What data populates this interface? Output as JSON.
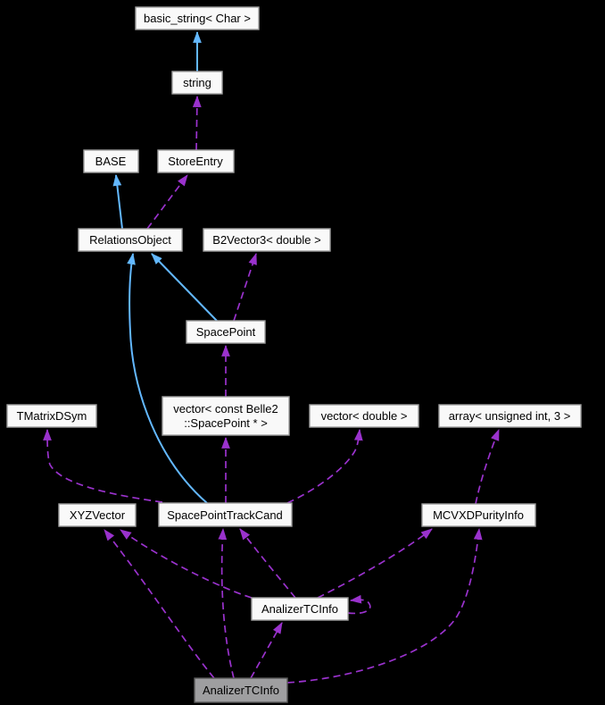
{
  "diagram": {
    "title": "AnalizerTCInfo collaboration graph",
    "colors": {
      "background": "#000000",
      "node_fill": "#f9f9f9",
      "node_border": "#9f9f9f",
      "highlight_fill": "#9e9ea0",
      "highlight_border": "#5a5a5a",
      "text": "#000000",
      "inheritance_edge": "#63B8FF",
      "usage_edge": "#9A32CD"
    },
    "nodes": {
      "basic_string": {
        "label": "basic_string< Char >"
      },
      "string": {
        "label": "string"
      },
      "base": {
        "label": "BASE"
      },
      "store_entry": {
        "label": "StoreEntry"
      },
      "relations_object": {
        "label": "RelationsObject"
      },
      "b2vector3": {
        "label": "B2Vector3< double >"
      },
      "space_point": {
        "label": "SpacePoint"
      },
      "tmatrixdsym": {
        "label": "TMatrixDSym"
      },
      "vector_spacepoint": {
        "line1": "vector< const Belle2",
        "line2": "::SpacePoint * >"
      },
      "vector_double": {
        "label": "vector< double >"
      },
      "array_unsigned_int_3": {
        "label": "array< unsigned int, 3 >"
      },
      "xyzvector": {
        "label": "XYZVector"
      },
      "space_point_track_cand": {
        "label": "SpacePointTrackCand"
      },
      "mcvxd_purity_info": {
        "label": "MCVXDPurityInfo"
      },
      "analizer_tcinfo_mid": {
        "label": "AnalizerTCInfo"
      },
      "analizer_tcinfo_main": {
        "label": "AnalizerTCInfo"
      }
    },
    "edges": [
      {
        "from": "string",
        "to": "basic_string< Char >",
        "type": "inheritance"
      },
      {
        "from": "RelationsObject",
        "to": "BASE",
        "type": "inheritance"
      },
      {
        "from": "SpacePoint",
        "to": "RelationsObject",
        "type": "inheritance"
      },
      {
        "from": "SpacePointTrackCand",
        "to": "RelationsObject",
        "type": "inheritance"
      },
      {
        "from": "StoreEntry",
        "to": "string",
        "type": "usage"
      },
      {
        "from": "RelationsObject",
        "to": "StoreEntry",
        "type": "usage"
      },
      {
        "from": "SpacePoint",
        "to": "B2Vector3< double >",
        "type": "usage"
      },
      {
        "from": "vector< const Belle2::SpacePoint * >",
        "to": "SpacePoint",
        "type": "usage"
      },
      {
        "from": "SpacePointTrackCand",
        "to": "vector< const Belle2::SpacePoint * >",
        "type": "usage"
      },
      {
        "from": "SpacePointTrackCand",
        "to": "TMatrixDSym",
        "type": "usage"
      },
      {
        "from": "SpacePointTrackCand",
        "to": "vector< double >",
        "type": "usage"
      },
      {
        "from": "MCVXDPurityInfo",
        "to": "array< unsigned int, 3 >",
        "type": "usage"
      },
      {
        "from": "AnalizerTCInfo (mid)",
        "to": "XYZVector",
        "type": "usage"
      },
      {
        "from": "AnalizerTCInfo (main)",
        "to": "XYZVector",
        "type": "usage"
      },
      {
        "from": "AnalizerTCInfo (mid)",
        "to": "SpacePointTrackCand",
        "type": "usage"
      },
      {
        "from": "AnalizerTCInfo (main)",
        "to": "SpacePointTrackCand",
        "type": "usage"
      },
      {
        "from": "AnalizerTCInfo (main)",
        "to": "AnalizerTCInfo (mid)",
        "type": "usage"
      },
      {
        "from": "AnalizerTCInfo (mid)",
        "to": "MCVXDPurityInfo",
        "type": "usage"
      },
      {
        "from": "AnalizerTCInfo (main)",
        "to": "MCVXDPurityInfo",
        "type": "usage"
      },
      {
        "from": "AnalizerTCInfo (mid)",
        "to": "AnalizerTCInfo (mid)",
        "type": "usage-self"
      }
    ]
  }
}
